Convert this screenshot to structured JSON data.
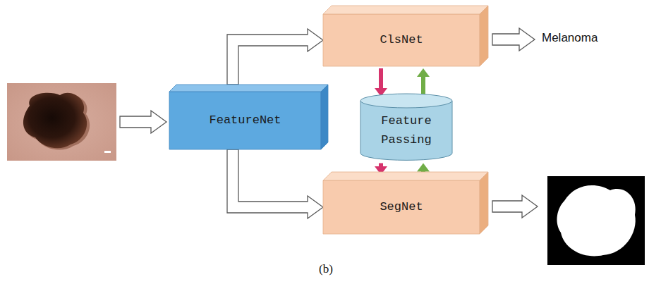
{
  "diagram": {
    "caption": "(b)",
    "nodes": [
      {
        "text": [
          "FeatureNet"
        ]
      },
      {
        "text": [
          "ClsNet"
        ]
      },
      {
        "text": [
          "Feature Passing"
        ]
      },
      {
        "text": [
          "SegNet"
        ]
      }
    ],
    "edges": [
      {
        "from": 0,
        "to": 1,
        "arrow": "to"
      },
      {
        "from": 0,
        "to": 3,
        "arrow": "to"
      },
      {
        "from": 1,
        "to": 2,
        "arrow": "to"
      },
      {
        "from": 2,
        "to": 1,
        "arrow": "to"
      },
      {
        "from": 2,
        "to": 3,
        "arrow": "to"
      },
      {
        "from": 3,
        "to": 2,
        "arrow": "to"
      }
    ],
    "labels": [
      "Melanoma"
    ]
  }
}
